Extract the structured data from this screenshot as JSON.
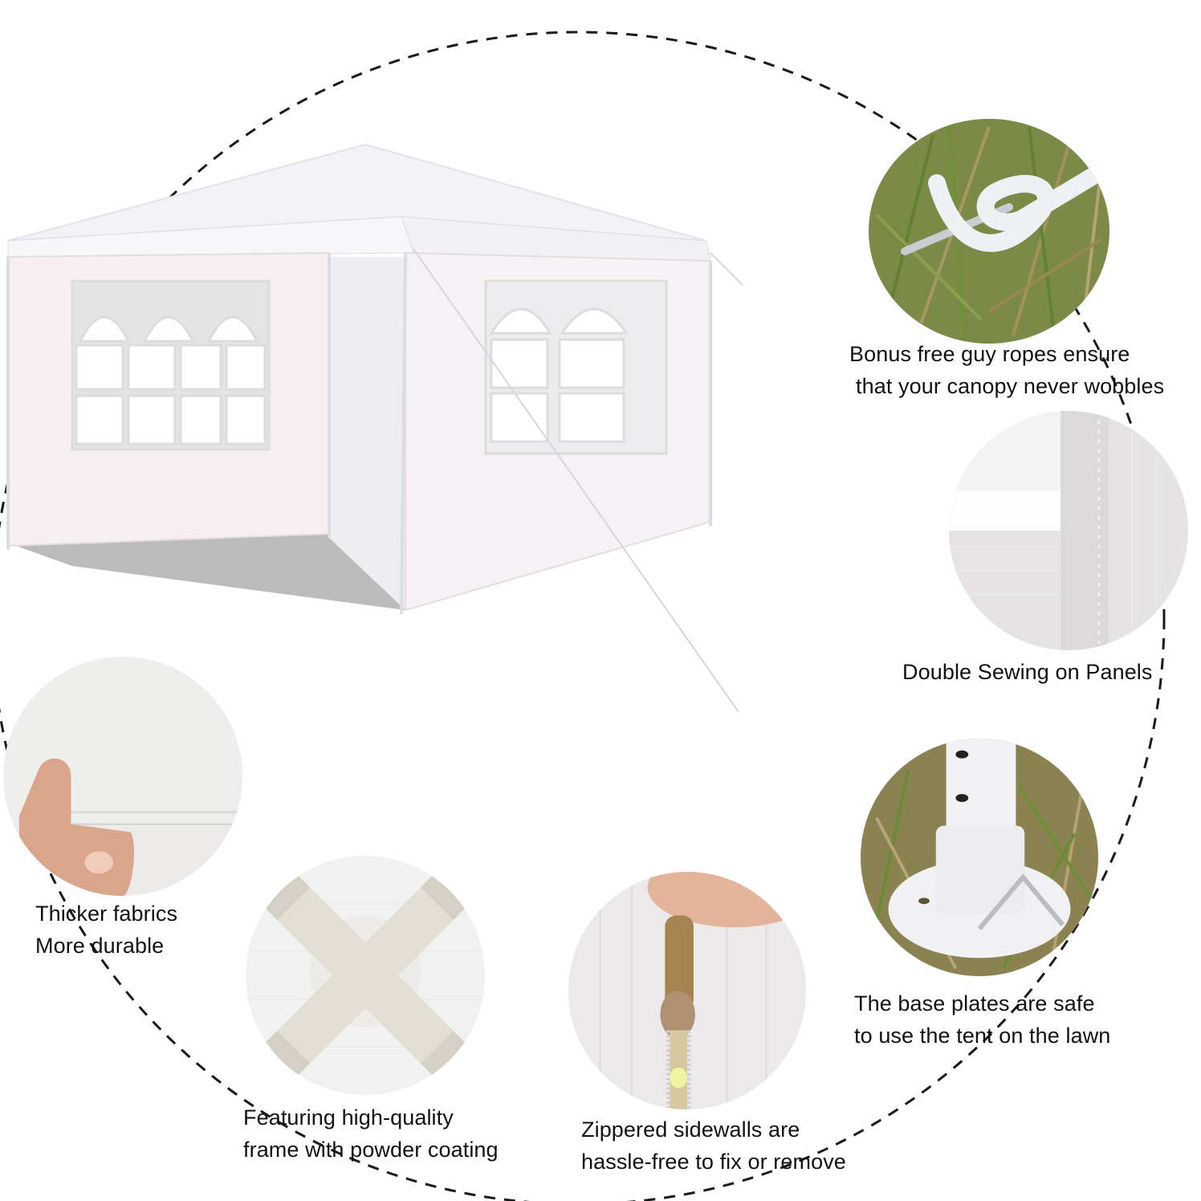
{
  "infographic": {
    "subject": "White canopy party tent with sidewalls",
    "colors": {
      "background": "#ffffff",
      "text": "#111111",
      "dashed_ring": "#1a1a1a",
      "tent_fabric": "#f4f2f4",
      "tent_floor_shadow": "#b9b9b9",
      "grass_green": "#6f8a3a",
      "grass_dry": "#a89466"
    },
    "main_image": {
      "label": "tent-with-sidewalls"
    },
    "features": [
      {
        "id": "guy-ropes",
        "image": "guy-rope-and-stake-in-grass",
        "lines": [
          "Bonus free guy ropes ensure",
          "that your canopy never wobbles"
        ]
      },
      {
        "id": "double-sewing",
        "image": "stitched-panel-seam-closeup",
        "lines": [
          "Double Sewing on Panels"
        ]
      },
      {
        "id": "base-plates",
        "image": "pole-base-plate-with-stake-on-lawn",
        "lines": [
          "The base plates are safe",
          "to use the tent on the lawn"
        ]
      },
      {
        "id": "zippered-sidewalls",
        "image": "hand-pulling-zipper",
        "lines": [
          "Zippered sidewalls are",
          "hassle-free to fix or remove"
        ]
      },
      {
        "id": "frame-connector",
        "image": "four-way-frame-connector",
        "lines": [
          "Featuring high-quality",
          "frame with powder coating"
        ]
      },
      {
        "id": "thicker-fabrics",
        "image": "hand-holding-thick-fabric",
        "lines": [
          "Thicker fabrics",
          "More durable"
        ]
      }
    ]
  }
}
